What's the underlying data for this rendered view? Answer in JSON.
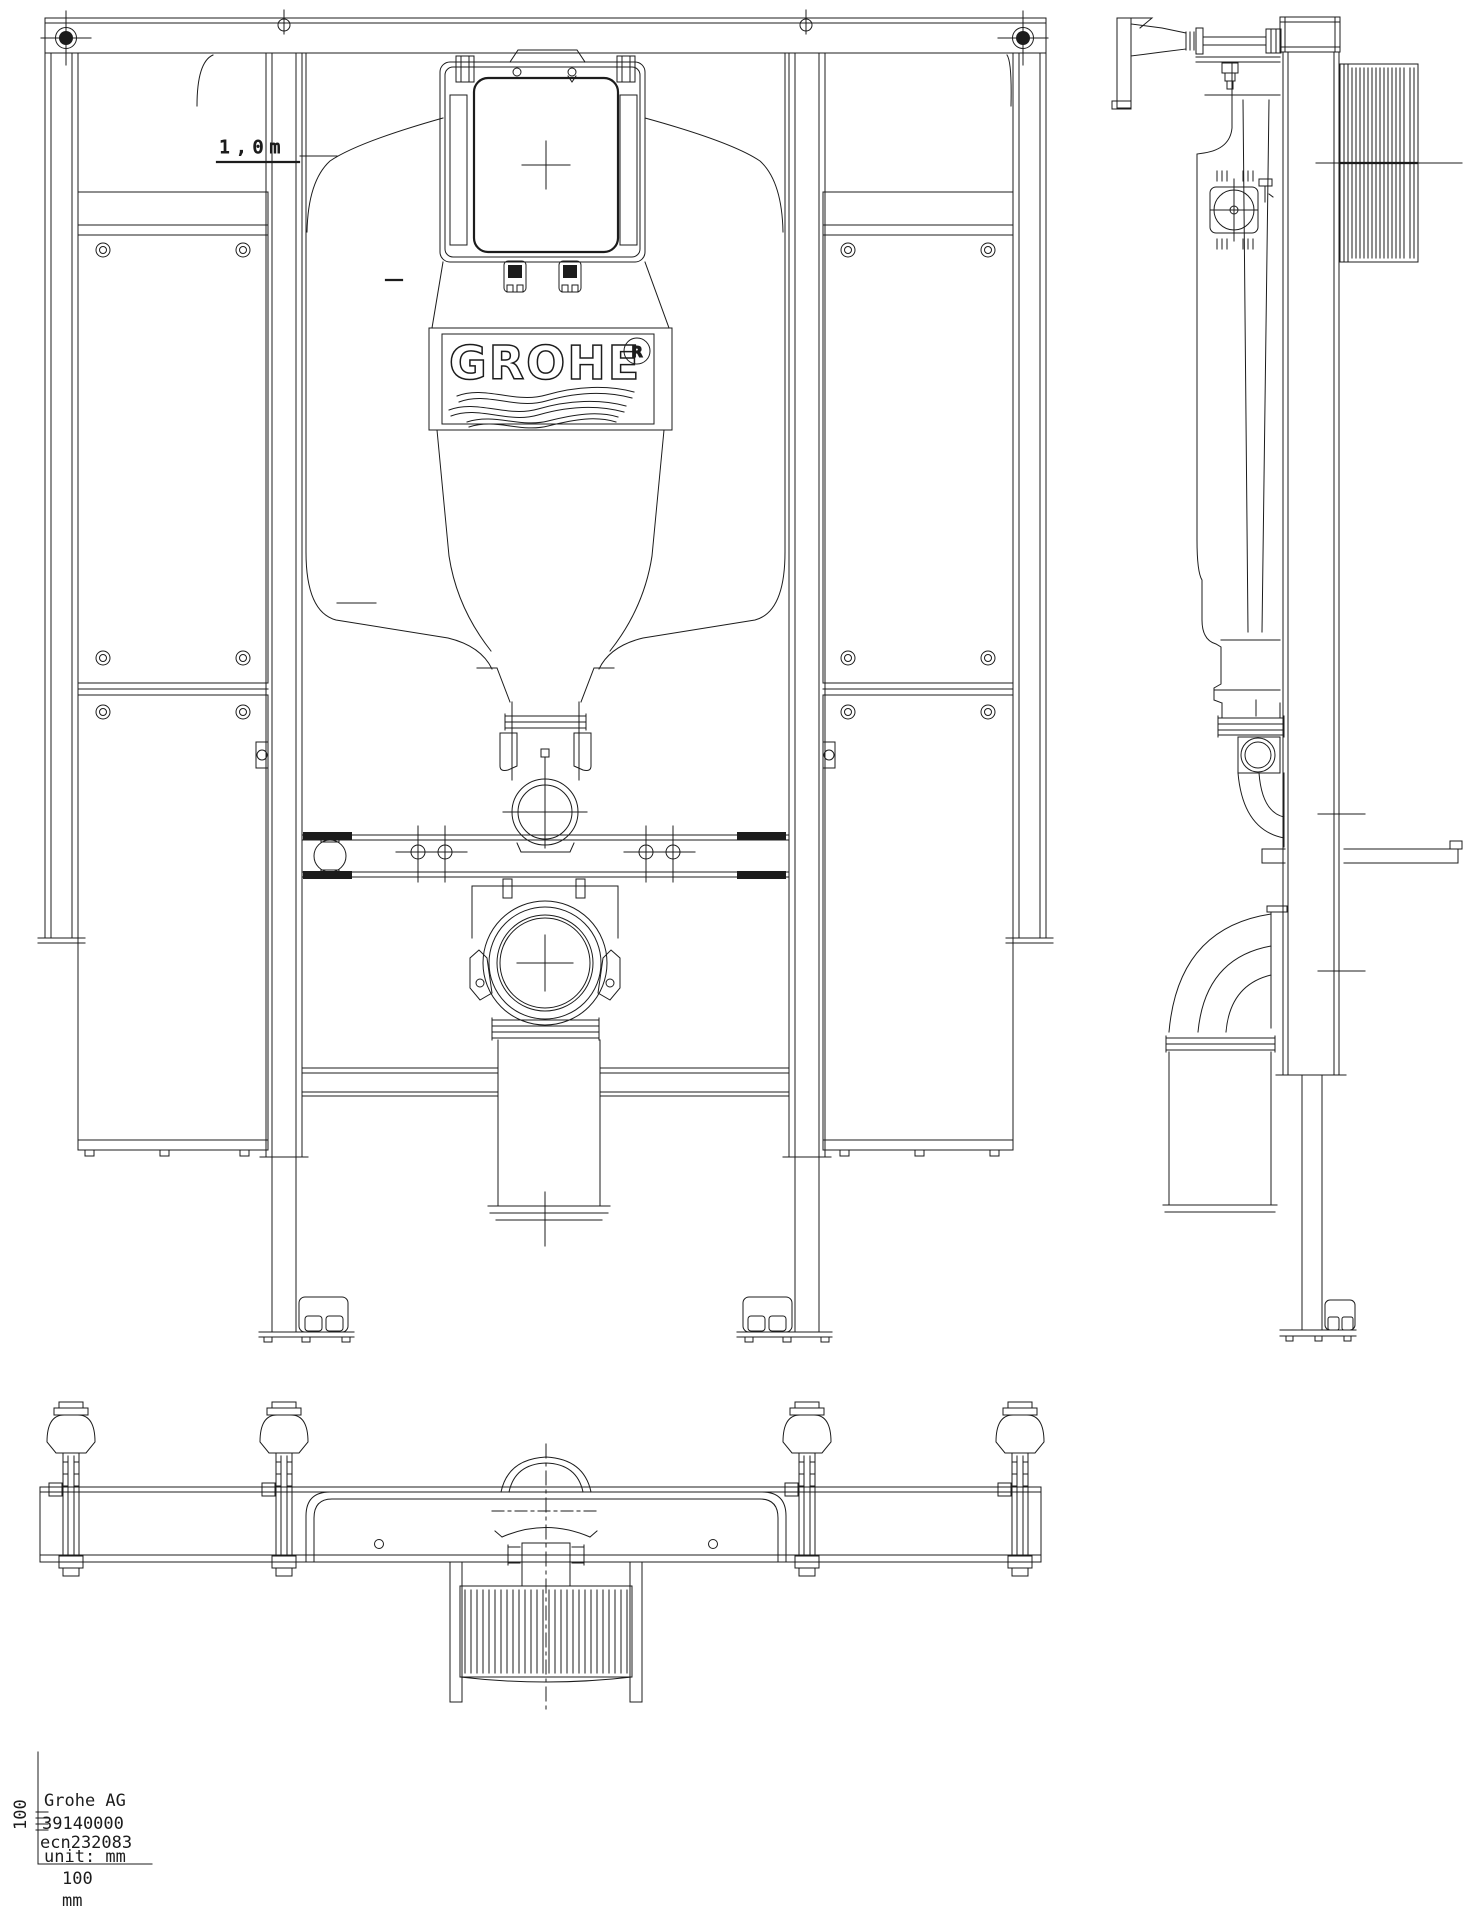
{
  "drawing": {
    "colors": {
      "line": "#1c1c1c",
      "background": "#ffffff"
    },
    "logo": {
      "text": "GROHE",
      "registered_mark": "R"
    },
    "labels": {
      "water_level": "1,0m"
    },
    "title_block": {
      "company": "Grohe AG",
      "article_number": "39140000",
      "change_number": "ecn232083",
      "unit_line": "unit: mm",
      "scale_length": "100",
      "scale_unit": "mm",
      "left_scale": "100"
    }
  }
}
